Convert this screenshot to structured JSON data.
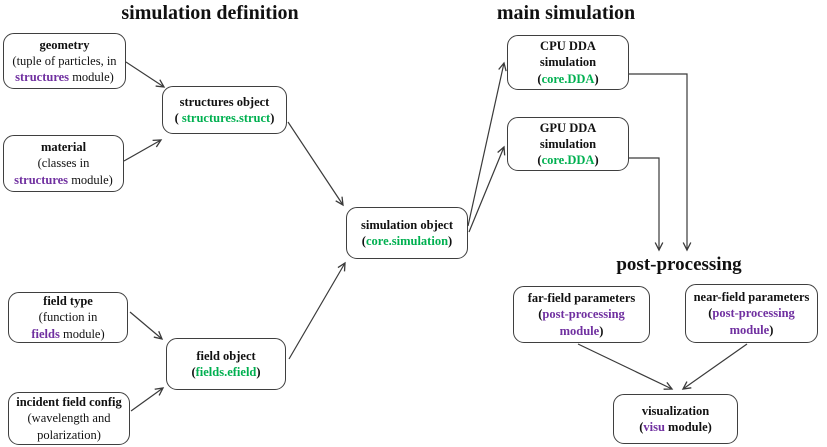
{
  "colors": {
    "purple": "#7030A0",
    "green": "#00B050",
    "ink": "#111111",
    "border": "#3f3f3f",
    "arrow": "#3a3a3a"
  },
  "headings": {
    "simulation_definition": "simulation definition",
    "main_simulation": "main simulation",
    "post_processing": "post-processing"
  },
  "boxes": {
    "geometry": {
      "title": "geometry",
      "desc": "(tuple of particles, in",
      "module": "structures",
      "rest": " module)"
    },
    "material": {
      "title": "material",
      "desc": "(classes in",
      "module": "structures",
      "rest": " module)"
    },
    "structures_object": {
      "title": "structures object",
      "open": "( ",
      "module": "structures.struct",
      "close": ")"
    },
    "field_type": {
      "title": "field type",
      "desc": "(function in",
      "module": "fields",
      "rest": " module)"
    },
    "incident_field_config": {
      "title": "incident field config",
      "desc": "(wavelength and",
      "desc2": "polarization)"
    },
    "field_object": {
      "title": "field object",
      "open": "(",
      "module": "fields.efield",
      "close": ")"
    },
    "simulation_object": {
      "title": "simulation object",
      "open": "(",
      "module": "core.simulation",
      "close": ")"
    },
    "cpu_dda": {
      "title": "CPU DDA",
      "title2": "simulation",
      "open": "(",
      "module": "core.DDA",
      "close": ")"
    },
    "gpu_dda": {
      "title": "GPU DDA",
      "title2": "simulation",
      "open": "(",
      "module": "core.DDA",
      "close": ")"
    },
    "far_field": {
      "title": "far-field parameters",
      "open": "(",
      "module": "post-processing",
      "module2": "module",
      "close": ")"
    },
    "near_field": {
      "title": "near-field parameters",
      "open": "(",
      "module": "post-processing",
      "module2": "module",
      "close": ")"
    },
    "visualization": {
      "title": "visualization",
      "open": "(",
      "module": "visu",
      "rest": " module)"
    }
  }
}
